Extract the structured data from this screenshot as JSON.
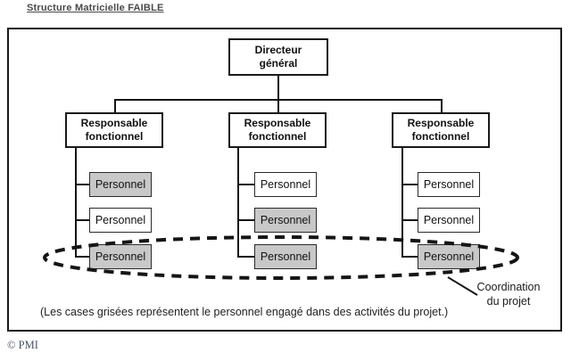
{
  "page": {
    "title": "Structure Matricielle FAIBLE",
    "copyright": "© PMI"
  },
  "org": {
    "root": {
      "label": "Directeur\ngénéral"
    },
    "columns": [
      {
        "manager": "Responsable\nfonctionnel",
        "personnel": [
          {
            "label": "Personnel",
            "shaded": true
          },
          {
            "label": "Personnel",
            "shaded": false
          },
          {
            "label": "Personnel",
            "shaded": true
          }
        ]
      },
      {
        "manager": "Responsable\nfonctionnel",
        "personnel": [
          {
            "label": "Personnel",
            "shaded": false
          },
          {
            "label": "Personnel",
            "shaded": true
          },
          {
            "label": "Personnel",
            "shaded": true
          }
        ]
      },
      {
        "manager": "Responsable\nfonctionnel",
        "personnel": [
          {
            "label": "Personnel",
            "shaded": false
          },
          {
            "label": "Personnel",
            "shaded": false
          },
          {
            "label": "Personnel",
            "shaded": true
          }
        ]
      }
    ],
    "annotation": {
      "label": "Coordination\ndu projet"
    },
    "caption": "(Les cases grisées représentent le personnel engagé dans des activités du projet.)"
  },
  "colors": {
    "shaded_fill": "#c8c8c8",
    "box_border": "#1a1a1a",
    "line": "#151515",
    "title_color": "#4a4a4a"
  }
}
